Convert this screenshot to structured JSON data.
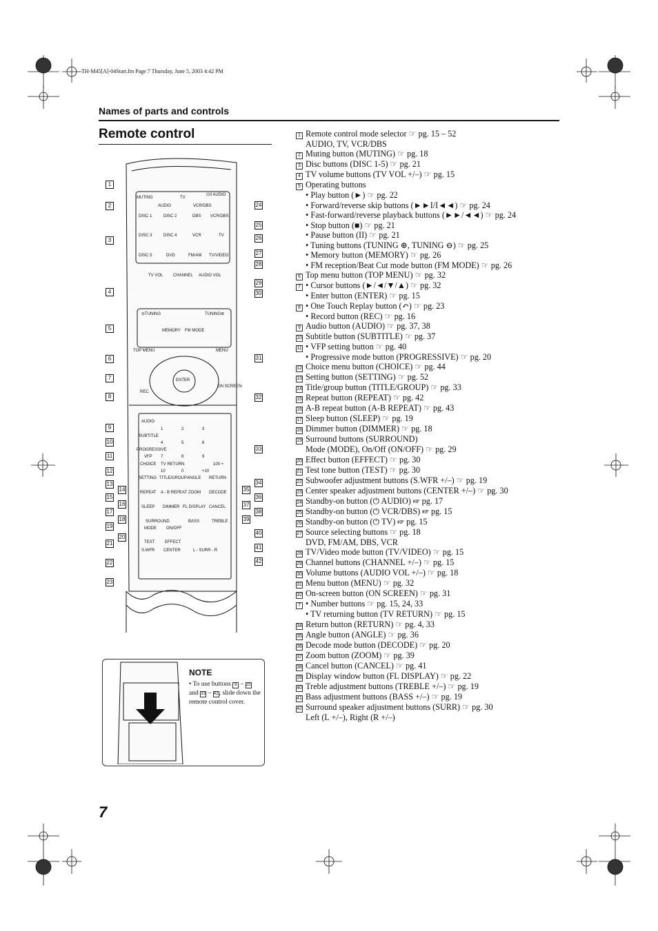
{
  "file_header": "TH-M45[A]-04Start.fm  Page 7  Thursday, June 5, 2003  4:42 PM",
  "section_header": "Names of parts and controls",
  "title": "Remote control",
  "page_number": "7",
  "parts": [
    {
      "num": "1",
      "lines": [
        "Remote control mode selector ☞ pg. 15 – 52",
        "AUDIO, TV, VCR/DBS"
      ]
    },
    {
      "num": "2",
      "lines": [
        "Muting button (MUTING) ☞ pg. 18"
      ]
    },
    {
      "num": "3",
      "lines": [
        "Disc buttons (DISC 1-5) ☞ pg. 21"
      ]
    },
    {
      "num": "4",
      "lines": [
        "TV volume buttons (TV VOL +/–) ☞ pg. 15"
      ]
    },
    {
      "num": "5",
      "lines": [
        "Operating buttons",
        "• Play button (►) ☞ pg. 22",
        "• Forward/reverse skip buttons (►►I/I◄◄) ☞ pg. 24",
        "• Fast-forward/reverse playback buttons (►►/◄◄) ☞ pg. 24",
        "• Stop button (■) ☞ pg. 21",
        "• Pause button (II) ☞ pg. 21",
        "• Tuning buttons (TUNING ⊕, TUNING ⊖) ☞ pg. 25",
        "• Memory button (MEMORY) ☞ pg. 26",
        "• FM reception/Beat Cut mode button (FM MODE) ☞ pg. 26"
      ]
    },
    {
      "num": "6",
      "lines": [
        "Top menu button (TOP MENU) ☞ pg. 32"
      ]
    },
    {
      "num": "7",
      "lines": [
        "• Cursor buttons (►/◄/▼/▲) ☞ pg. 32",
        "• Enter button (ENTER) ☞ pg. 15"
      ]
    },
    {
      "num": "8",
      "lines": [
        "• One Touch Replay button (↶) ☞ pg. 23",
        "• Record button (REC) ☞ pg. 16"
      ]
    },
    {
      "num": "9",
      "lines": [
        "Audio button (AUDIO) ☞ pg. 37, 38"
      ]
    },
    {
      "num": "10",
      "lines": [
        "Subtitle button (SUBTITLE) ☞ pg. 37"
      ]
    },
    {
      "num": "11",
      "lines": [
        "• VFP setting button ☞ pg. 40",
        "• Progressive mode button (PROGRESSIVE) ☞ pg. 20"
      ]
    },
    {
      "num": "12",
      "lines": [
        "Choice menu button (CHOICE) ☞ pg. 44"
      ]
    },
    {
      "num": "13",
      "lines": [
        "Setting button (SETTING) ☞ pg. 52"
      ]
    },
    {
      "num": "14",
      "lines": [
        "Title/group button (TITLE/GROUP) ☞ pg. 33"
      ]
    },
    {
      "num": "15",
      "lines": [
        "Repeat button (REPEAT) ☞ pg. 42"
      ]
    },
    {
      "num": "16",
      "lines": [
        "A-B repeat button (A-B REPEAT) ☞ pg. 43"
      ]
    },
    {
      "num": "17",
      "lines": [
        "Sleep button (SLEEP) ☞ pg. 19"
      ]
    },
    {
      "num": "18",
      "lines": [
        "Dimmer button (DIMMER) ☞ pg. 18"
      ]
    },
    {
      "num": "19",
      "lines": [
        "Surround buttons (SURROUND)",
        "Mode (MODE), On/Off (ON/OFF) ☞ pg. 29"
      ]
    },
    {
      "num": "20",
      "lines": [
        "Effect button (EFFECT) ☞ pg. 30"
      ]
    },
    {
      "num": "21",
      "lines": [
        "Test tone button (TEST) ☞ pg. 30"
      ]
    },
    {
      "num": "22",
      "lines": [
        "Subwoofer adjustment buttons (S.WFR +/–) ☞ pg. 19"
      ]
    },
    {
      "num": "23",
      "lines": [
        "Center speaker adjustment buttons (CENTER +/–) ☞ pg. 30"
      ]
    },
    {
      "num": "24",
      "lines": [
        "Standby-on button (⏻ AUDIO) ☞ pg. 17"
      ]
    },
    {
      "num": "25",
      "lines": [
        "Standby-on button (⏻ VCR/DBS) ☞ pg. 15"
      ]
    },
    {
      "num": "26",
      "lines": [
        "Standby-on button (⏻ TV) ☞ pg. 15"
      ]
    },
    {
      "num": "27",
      "lines": [
        "Source selecting buttons ☞ pg. 18",
        "DVD, FM/AM, DBS, VCR"
      ]
    },
    {
      "num": "28",
      "lines": [
        "TV/Video mode button (TV/VIDEO) ☞ pg. 15"
      ]
    },
    {
      "num": "29",
      "lines": [
        "Channel buttons (CHANNEL +/–) ☞ pg. 15"
      ]
    },
    {
      "num": "30",
      "lines": [
        "Volume buttons (AUDIO VOL +/–) ☞ pg. 18"
      ]
    },
    {
      "num": "31",
      "lines": [
        "Menu button (MENU) ☞ pg. 32"
      ]
    },
    {
      "num": "32",
      "lines": [
        "On-screen button (ON SCREEN) ☞ pg. 31"
      ]
    },
    {
      "num": "7",
      "lines": [
        "• Number buttons ☞ pg. 15, 24, 33",
        "• TV returning button (TV RETURN) ☞ pg. 15"
      ]
    },
    {
      "num": "34",
      "lines": [
        "Return button (RETURN) ☞ pg. 4, 33"
      ]
    },
    {
      "num": "35",
      "lines": [
        "Angle button (ANGLE) ☞ pg. 36"
      ]
    },
    {
      "num": "36",
      "lines": [
        "Decode mode button (DECODE) ☞ pg. 20"
      ]
    },
    {
      "num": "37",
      "lines": [
        "Zoom button (ZOOM) ☞ pg. 39"
      ]
    },
    {
      "num": "38",
      "lines": [
        "Cancel button (CANCEL) ☞ pg. 41"
      ]
    },
    {
      "num": "39",
      "lines": [
        "Display window button (FL DISPLAY) ☞ pg. 22"
      ]
    },
    {
      "num": "40",
      "lines": [
        "Treble adjustment buttons (TREBLE +/–) ☞ pg. 19"
      ]
    },
    {
      "num": "41",
      "lines": [
        "Bass adjustment buttons (BASS +/–) ☞ pg. 19"
      ]
    },
    {
      "num": "42",
      "lines": [
        "Surround speaker adjustment buttons (SURR) ☞ pg. 30",
        "Left (L +/–), Right (R +/–)"
      ]
    }
  ],
  "remote_labels": {
    "muting": "MUTING",
    "tv": "TV",
    "audio_sel": "AUDIO",
    "vcrdbs_sel": "VCR/DBS",
    "power_audio": "⏻/I AUDIO",
    "disc1": "DISC 1",
    "disc2": "DISC 2",
    "disc3": "DISC 3",
    "disc4": "DISC 4",
    "disc5": "DISC 5",
    "dbs": "DBS",
    "vcr": "VCR",
    "vcrdbs": "VCR/DBS",
    "tv_pwr": "TV",
    "dvd": "DVD",
    "fmam": "FM/AM",
    "tvvideo": "TV/VIDEO",
    "tvvol": "TV VOL",
    "channel": "CHANNEL",
    "audiovol": "AUDIO VOL",
    "tuning_minus": "⊖TUNING",
    "tuning_plus": "TUNING⊕",
    "memory": "MEMORY",
    "fmmode": "FM MODE",
    "topmenu": "TOP MENU",
    "menu": "MENU",
    "enter": "ENTER",
    "rec": "REC",
    "onscreen": "ON SCREEN",
    "audio": "AUDIO",
    "subtitle": "SUBTITLE",
    "progressive": "PROGRESSIVE",
    "vfp": "VFP",
    "choice": "CHOICE",
    "tvreturn": "TV RETURN",
    "hundred": "100 +",
    "setting": "SETTING",
    "titlegroup": "TITLE/GROUP",
    "angle": "ANGLE",
    "return": "RETURN",
    "ten": "10",
    "zero": "0",
    "plus10": "+10",
    "repeat": "REPEAT",
    "abrepeat": "A - B REPEAT",
    "zoom": "ZOOM",
    "decode": "DECODE",
    "sleep": "SLEEP",
    "dimmer": "DIMMER",
    "fldisplay": "FL DISPLAY",
    "cancel": "CANCEL",
    "surround": "SURROUND",
    "mode": "MODE",
    "onoff": "ON/OFF",
    "bass": "BASS",
    "treble": "TREBLE",
    "test": "TEST",
    "effect": "EFFECT",
    "swfr": "S.WFR",
    "center": "CENTER",
    "surr": "L - SURR - R",
    "n1": "1",
    "n2": "2",
    "n3": "3",
    "n4": "4",
    "n5": "5",
    "n6": "6",
    "n7": "7",
    "n8": "8",
    "n9": "9"
  },
  "callouts_left": [
    "1",
    "2",
    "3",
    "4",
    "5",
    "6",
    "7",
    "8",
    "9",
    "10",
    "11",
    "12",
    "13",
    "14",
    "15",
    "16",
    "17",
    "18",
    "19",
    "20",
    "21",
    "22",
    "23"
  ],
  "callouts_right": [
    "24",
    "25",
    "26",
    "27",
    "28",
    "29",
    "30",
    "31",
    "32",
    "33",
    "34",
    "35",
    "36",
    "37",
    "38",
    "39",
    "40",
    "41",
    "42"
  ],
  "note": {
    "title": "NOTE",
    "text_a": "• To use buttons",
    "b9": "9",
    "dash1": "–",
    "b23": "23",
    "and": "and",
    "b33": "33",
    "dash2": "–",
    "b42": "42",
    "text_b": ", slide down the remote control cover."
  }
}
